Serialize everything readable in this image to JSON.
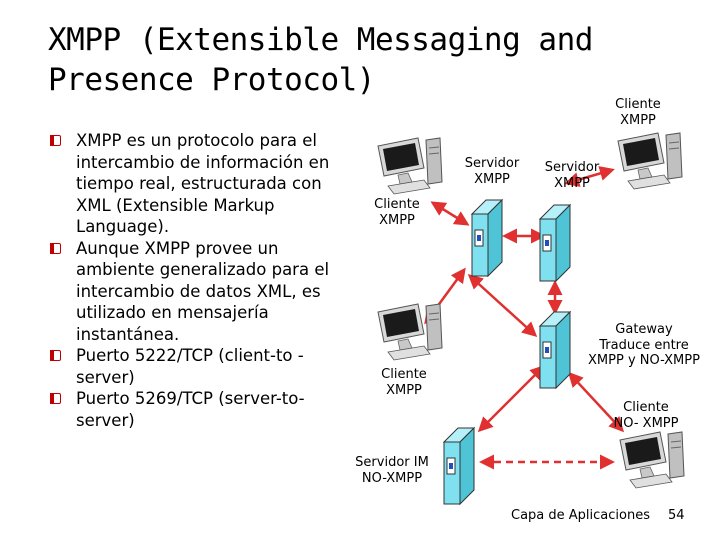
{
  "slide": {
    "title_line1": "XMPP (Extensible Messaging and",
    "title_line2": "Presence Protocol)",
    "bullets": [
      "XMPP es un protocolo para el intercambio de información en tiempo real, estructurada con XML (Extensible Markup Language).",
      "Aunque XMPP provee un ambiente generalizado para el intercambio de datos XML, es utilizado en mensajería instantánea.",
      "Puerto 5222/TCP (client-to -server)",
      "Puerto 5269/TCP (server-to-server)"
    ]
  },
  "diagram": {
    "labels": {
      "cliente_top_right_1": "Cliente",
      "cliente_top_right_2": "XMPP",
      "servidor_a_1": "Servidor",
      "servidor_a_2": "XMPP",
      "servidor_b_1": "Servidor",
      "servidor_b_2": "XMPP",
      "cliente_left_1": "Cliente",
      "cliente_left_2": "XMPP",
      "cliente_mid_1": "Cliente",
      "cliente_mid_2": "XMPP",
      "gateway_1": "Gateway",
      "gateway_2": "Traduce entre",
      "gateway_3": "XMPP y NO-XMPP",
      "cliente_noxmpp_1": "Cliente",
      "cliente_noxmpp_2": "NO- XMPP",
      "servidor_im_1": "Servidor IM",
      "servidor_im_2": "NO-XMPP"
    },
    "colors": {
      "link_red": "#e03030",
      "server_cyan": "#7fe0ef",
      "bullet_red": "#c00000"
    }
  },
  "footer": {
    "section": "Capa de Aplicaciones",
    "page": "54"
  }
}
